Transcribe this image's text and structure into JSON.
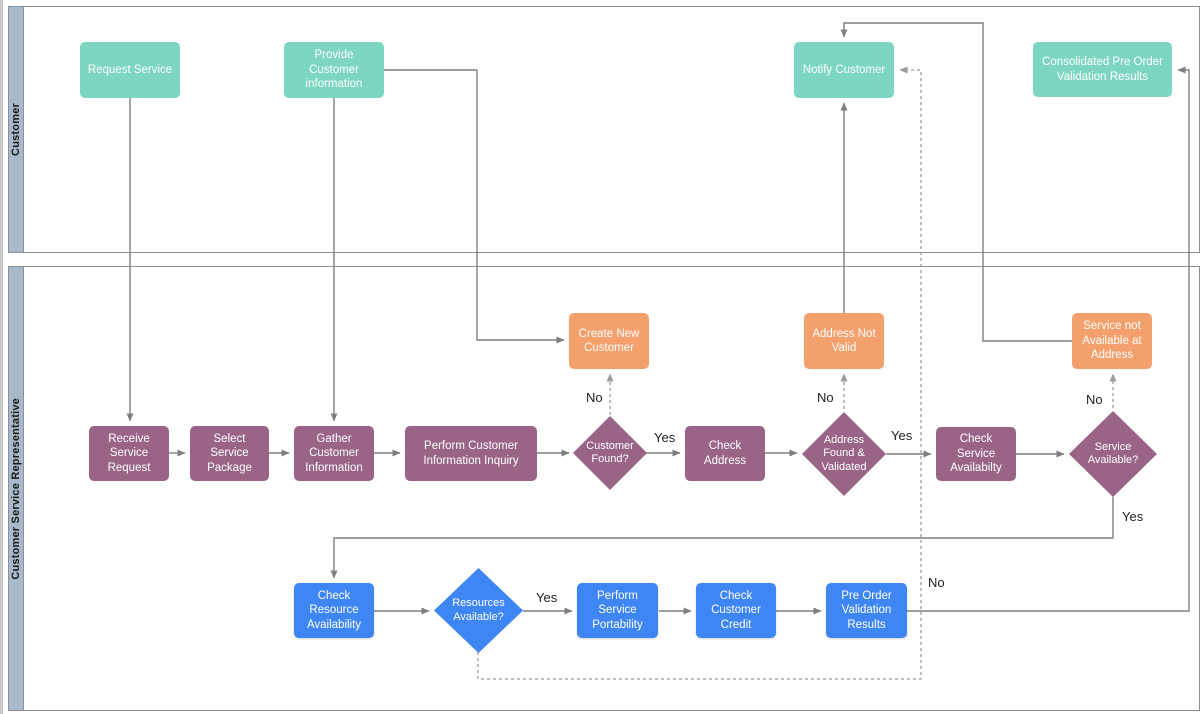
{
  "colors": {
    "teal": "#7dd6c2",
    "purple": "#9a6486",
    "orange": "#f4a06d",
    "blue": "#3e86f4",
    "lane_strip": "#a8bac9",
    "lane_border": "#8a9199",
    "connector": "#7f7f7f",
    "dashed": "#9b9b9b",
    "label_text": "#1f1f1f"
  },
  "lanes": {
    "customer": "Customer",
    "csr": "Customer Service Representative"
  },
  "nodes": {
    "request_service": "Request Service",
    "provide_customer_information": "Provide Customer information",
    "notify_customer": "Notify Customer",
    "consolidated_pre_order": "Consolidated Pre Order Validation Results",
    "receive_service_request": "Receive Service Request",
    "select_service_package": "Select Service Package",
    "gather_customer_information": "Gather Customer Information",
    "perform_customer_information_inquiry": "Perform Customer Information Inquiry",
    "customer_found": "Customer Found?",
    "check_address": "Check Address",
    "address_found_validated": "Address Found & Validated",
    "check_service_availability": "Check Service Availabilty",
    "service_available": "Service Available?",
    "create_new_customer": "Create New Customer",
    "address_not_valid": "Address Not Valid",
    "service_not_available_at_address": "Service not Available at Address",
    "check_resource_availability": "Check Resource Availability",
    "resources_available": "Resources Available?",
    "perform_service_portability": "Perform Service Portability",
    "check_customer_credit": "Check Customer Credit",
    "pre_order_validation_results": "Pre Order Validation Results"
  },
  "edge_labels": {
    "customer_found_yes": "Yes",
    "customer_found_no": "No",
    "address_found_yes": "Yes",
    "address_found_no": "No",
    "service_available_yes": "Yes",
    "service_available_no": "No",
    "resources_available_yes": "Yes",
    "resources_available_no": "No"
  }
}
